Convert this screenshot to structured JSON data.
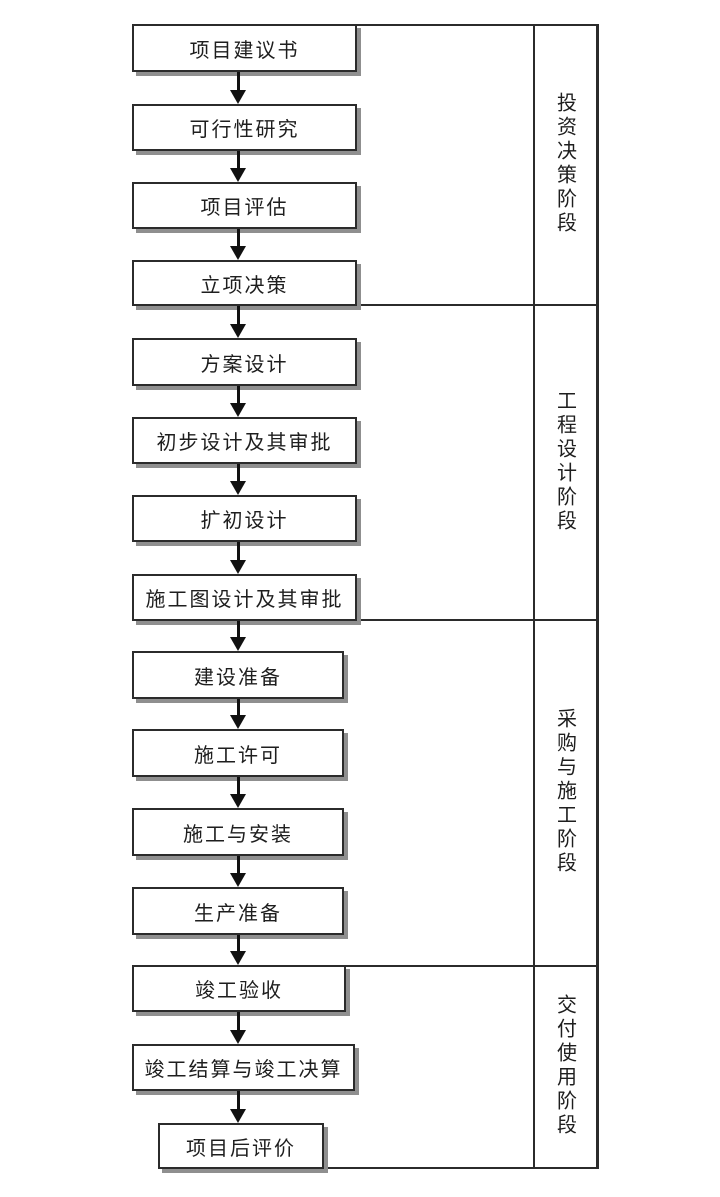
{
  "flowchart": {
    "steps": [
      {
        "label": "项目建议书"
      },
      {
        "label": "可行性研究"
      },
      {
        "label": "项目评估"
      },
      {
        "label": "立项决策"
      },
      {
        "label": "方案设计"
      },
      {
        "label": "初步设计及其审批"
      },
      {
        "label": "扩初设计"
      },
      {
        "label": "施工图设计及其审批"
      },
      {
        "label": "建设准备"
      },
      {
        "label": "施工许可"
      },
      {
        "label": "施工与安装"
      },
      {
        "label": "生产准备"
      },
      {
        "label": "竣工验收"
      },
      {
        "label": "竣工结算与竣工决算"
      },
      {
        "label": "项目后评价"
      }
    ],
    "phases": [
      {
        "label": "投资决策阶段",
        "step_range": [
          1,
          4
        ]
      },
      {
        "label": "工程设计阶段",
        "step_range": [
          5,
          8
        ]
      },
      {
        "label": "采购与施工阶段",
        "step_range": [
          9,
          12
        ]
      },
      {
        "label": "交付使用阶段",
        "step_range": [
          13,
          15
        ]
      }
    ],
    "colors": {
      "background": "#ffffff",
      "box_fill": "#ffffff",
      "box_border": "#2b2b2b",
      "box_shadow": "#8f8f8f",
      "arrow": "#111111",
      "text": "#1e1e1e"
    }
  }
}
